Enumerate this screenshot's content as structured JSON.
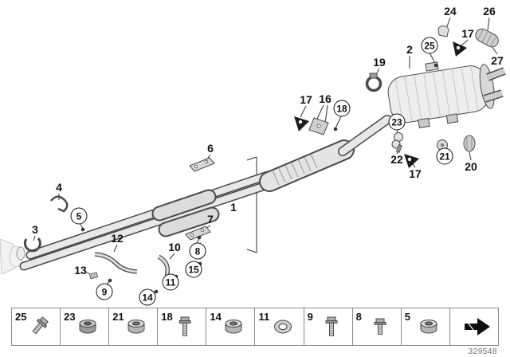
{
  "diagram": {
    "doc_number": "329548",
    "callouts": [
      {
        "label": "24",
        "circled": false
      },
      {
        "label": "26",
        "circled": false
      },
      {
        "label": "17",
        "circled": false
      },
      {
        "label": "27",
        "circled": false
      },
      {
        "label": "25",
        "circled": true
      },
      {
        "label": "2",
        "circled": false
      },
      {
        "label": "19",
        "circled": false
      },
      {
        "label": "23",
        "circled": true
      },
      {
        "label": "21",
        "circled": true
      },
      {
        "label": "22",
        "circled": false
      },
      {
        "label": "17",
        "circled": false
      },
      {
        "label": "20",
        "circled": false
      },
      {
        "label": "17",
        "circled": false
      },
      {
        "label": "16",
        "circled": false
      },
      {
        "label": "18",
        "circled": true
      },
      {
        "label": "6",
        "circled": false
      },
      {
        "label": "1",
        "circled": false
      },
      {
        "label": "7",
        "circled": false
      },
      {
        "label": "8",
        "circled": true
      },
      {
        "label": "4",
        "circled": false
      },
      {
        "label": "5",
        "circled": true
      },
      {
        "label": "3",
        "circled": false
      },
      {
        "label": "12",
        "circled": false
      },
      {
        "label": "13",
        "circled": false
      },
      {
        "label": "9",
        "circled": true
      },
      {
        "label": "10",
        "circled": false
      },
      {
        "label": "15",
        "circled": true
      },
      {
        "label": "11",
        "circled": true
      },
      {
        "label": "14",
        "circled": true
      }
    ]
  },
  "legend": {
    "items": [
      {
        "label": "25",
        "icon": "flange-screw-icon"
      },
      {
        "label": "23",
        "icon": "flange-nut-icon"
      },
      {
        "label": "21",
        "icon": "flange-nut-icon"
      },
      {
        "label": "18",
        "icon": "long-screw-icon"
      },
      {
        "label": "14",
        "icon": "flange-nut-icon"
      },
      {
        "label": "11",
        "icon": "seal-ring-icon"
      },
      {
        "label": "9",
        "icon": "long-screw-icon"
      },
      {
        "label": "8",
        "icon": "hex-screw-icon"
      },
      {
        "label": "5",
        "icon": "flange-nut-icon"
      }
    ],
    "next_arrow_icon": "next-page-arrow-icon"
  },
  "colors": {
    "ink": "#1a1a1a",
    "metal_light": "#e8e8e8",
    "metal_mid": "#c8c8c8"
  }
}
